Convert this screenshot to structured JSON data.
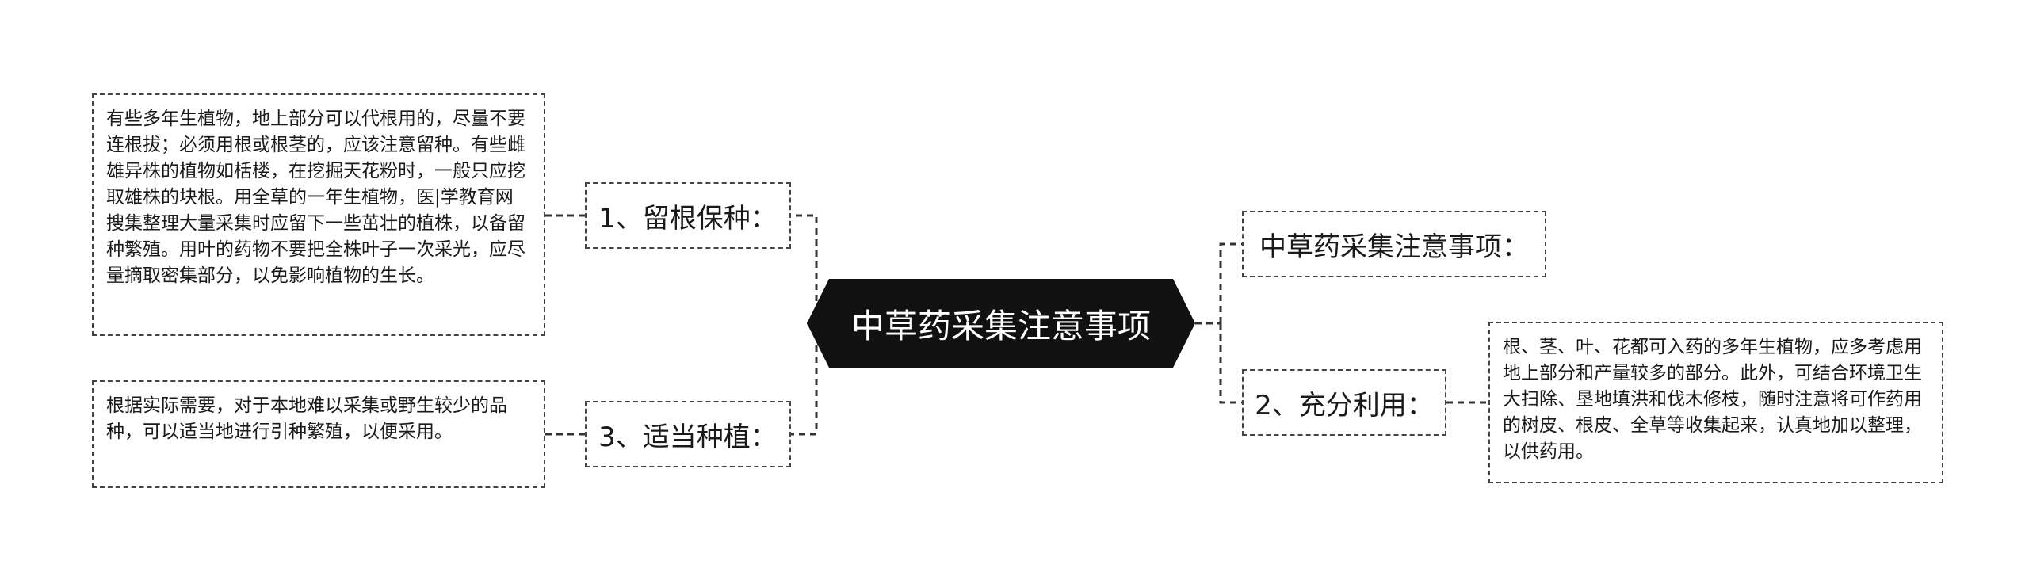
{
  "central": {
    "label": "中草药采集注意事项"
  },
  "left_branches": [
    {
      "label": "1、留根保种：",
      "detail": "有些多年生植物，地上部分可以代根用的，尽量不要连根拔；必须用根或根茎的，应该注意留种。有些雌雄异株的植物如栝楼，在挖掘天花粉时，一般只应挖取雄株的块根。用全草的一年生植物，医|学教育网搜集整理大量采集时应留下一些茁壮的植株，以备留种繁殖。用叶的药物不要把全株叶子一次采光，应尽量摘取密集部分，以免影响植物的生长。"
    },
    {
      "label": "3、适当种植：",
      "detail": "根据实际需要，对于本地难以采集或野生较少的品种，可以适当地进行引种繁殖，以便采用。"
    }
  ],
  "right_branches": [
    {
      "label": "中草药采集注意事项："
    },
    {
      "label": "2、充分利用：",
      "detail": "根、茎、叶、花都可入药的多年生植物，应多考虑用地上部分和产量较多的部分。此外，可结合环境卫生大扫除、垦地填洪和伐木修枝，随时注意将可作药用的树皮、根皮、全草等收集起来，认真地加以整理，以供药用。"
    }
  ],
  "colors": {
    "central_fill": "#111111",
    "border": "#444444",
    "line": "#333333"
  }
}
